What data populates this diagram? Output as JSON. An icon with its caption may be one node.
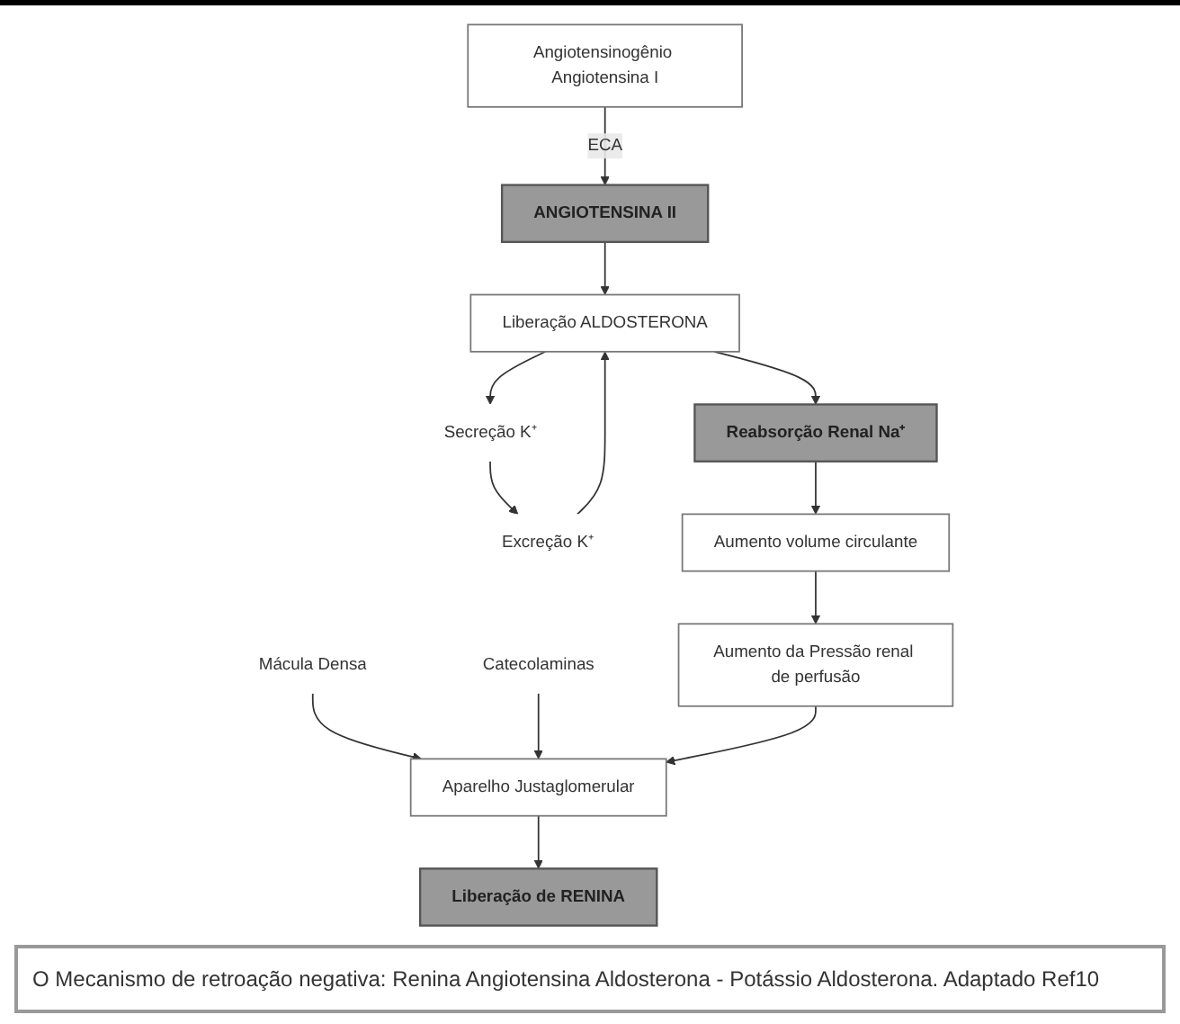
{
  "diagram": {
    "caption": "O Mecanismo de retroação negativa: Renina Angiotensina Aldosterona - Potássio Aldosterona. Adaptado Ref10",
    "nodes": [
      {
        "text": [
          "Mácula Densa"
        ]
      },
      {
        "text": [
          "Catecolaminas"
        ]
      },
      {
        "text": [
          "Aparelho Justaglomerular"
        ]
      },
      {
        "text": [
          "Liberação de RENINA"
        ]
      },
      {
        "text": [
          "Angiotensinogênio Angiotensina I"
        ]
      },
      {
        "text": [
          "ANGIOTENSINA II"
        ]
      },
      {
        "text": [
          "Liberação ALDOSTERONA"
        ]
      },
      {
        "text": [
          "Secreção K⁺"
        ]
      },
      {
        "text": [
          "Excreção K⁺"
        ]
      },
      {
        "text": [
          "Reabsorção Renal Na⁺"
        ]
      },
      {
        "text": [
          "Aumento volume circulante"
        ]
      },
      {
        "text": [
          "Aumento da Pressão renal de perfusão"
        ]
      }
    ],
    "edges": [
      {
        "from": 0,
        "to": 2,
        "arrow": "to"
      },
      {
        "from": 1,
        "to": 2,
        "arrow": "to"
      },
      {
        "from": 2,
        "to": 3,
        "arrow": "to"
      },
      {
        "from": 4,
        "to": 5,
        "arrow": "to",
        "label": "ECA"
      },
      {
        "from": 5,
        "to": 6,
        "arrow": "to"
      },
      {
        "from": 6,
        "to": 7,
        "arrow": "to"
      },
      {
        "from": 7,
        "to": 8,
        "arrow": "to"
      },
      {
        "from": 8,
        "to": 6,
        "arrow": "to"
      },
      {
        "from": 6,
        "to": 9,
        "arrow": "to"
      },
      {
        "from": 9,
        "to": 10,
        "arrow": "to"
      },
      {
        "from": 10,
        "to": 11,
        "arrow": "to"
      },
      {
        "from": 11,
        "to": 2,
        "arrow": "to"
      }
    ]
  }
}
